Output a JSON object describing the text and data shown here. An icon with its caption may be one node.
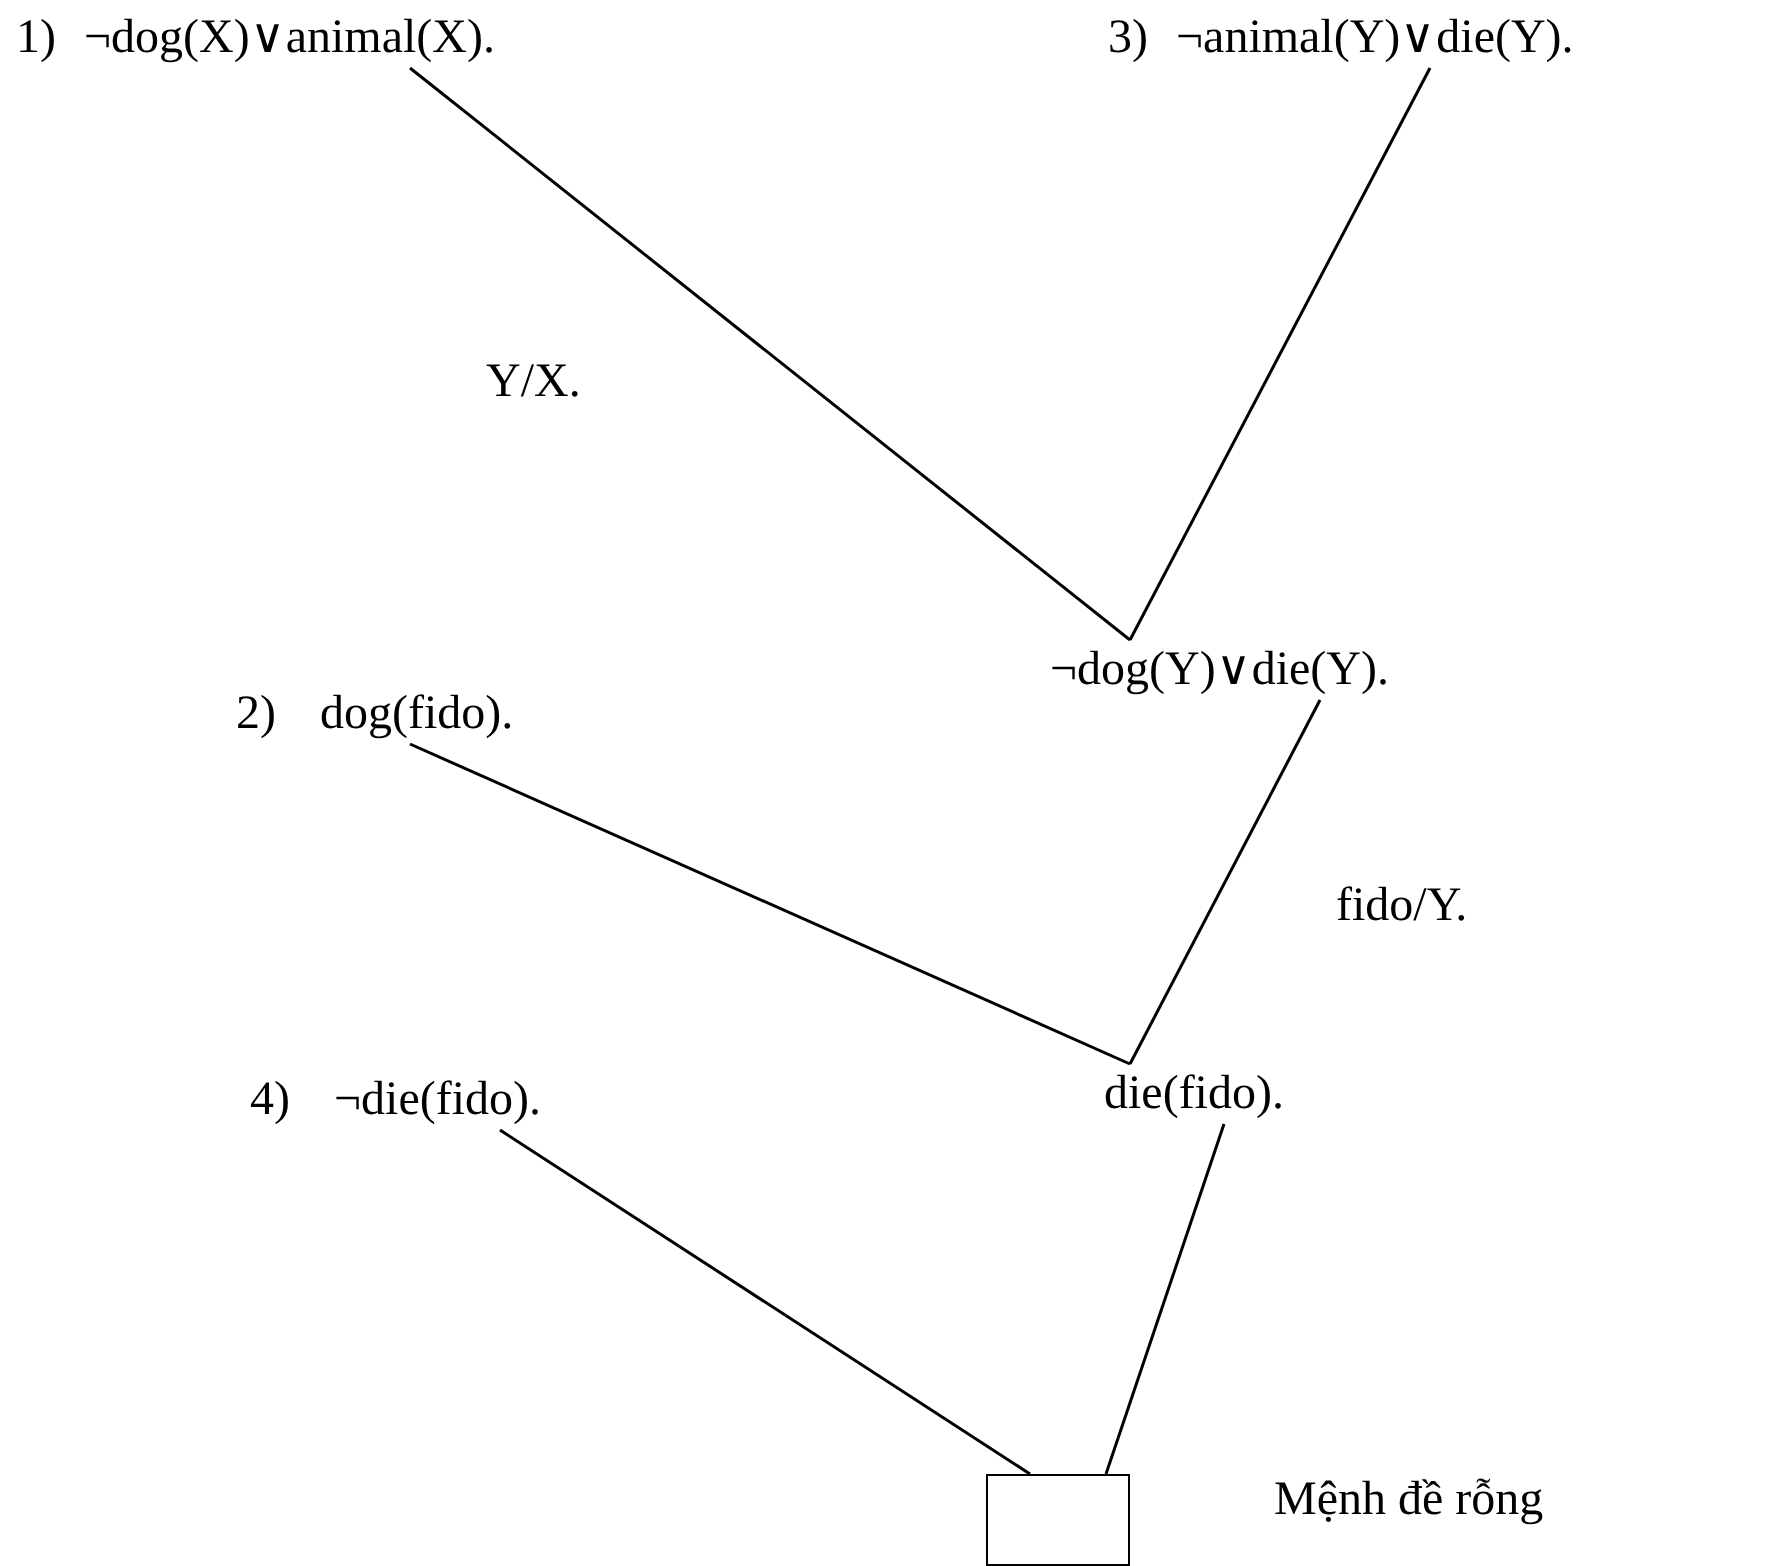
{
  "diagram": {
    "nodes": [
      {
        "text": [
          "1)",
          "¬dog(X)∨animal(X)."
        ]
      },
      {
        "text": [
          "3)",
          "¬animal(Y)∨die(Y)."
        ]
      },
      {
        "text": [
          "¬dog(Y)∨die(Y)."
        ]
      },
      {
        "text": [
          "2)",
          "dog(fido)."
        ]
      },
      {
        "text": [
          "die(fido)."
        ]
      },
      {
        "text": [
          "4)",
          "¬die(fido)."
        ]
      },
      {
        "text": [],
        "shape": "box",
        "beside": [
          "Mệnh đề rỗng"
        ]
      }
    ],
    "edges": [
      {
        "from": 0,
        "to": 2,
        "arrow": "none",
        "label": "Y/X."
      },
      {
        "from": 1,
        "to": 2,
        "arrow": "none"
      },
      {
        "from": 3,
        "to": 4,
        "arrow": "none"
      },
      {
        "from": 2,
        "to": 4,
        "arrow": "none",
        "label": "fido/Y."
      },
      {
        "from": 5,
        "to": 6,
        "arrow": "none"
      },
      {
        "from": 4,
        "to": 6,
        "arrow": "none"
      }
    ]
  }
}
